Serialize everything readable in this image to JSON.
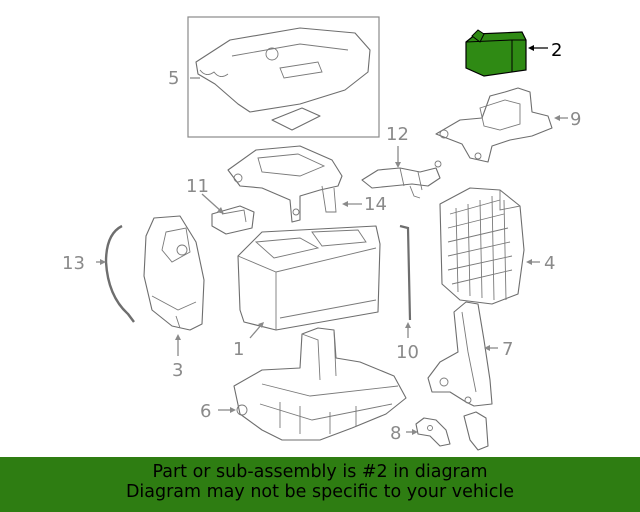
{
  "callouts": [
    {
      "id": "1",
      "label": "1"
    },
    {
      "id": "2",
      "label": "2",
      "highlighted": true
    },
    {
      "id": "3",
      "label": "3"
    },
    {
      "id": "4",
      "label": "4"
    },
    {
      "id": "5",
      "label": "5"
    },
    {
      "id": "6",
      "label": "6"
    },
    {
      "id": "7",
      "label": "7"
    },
    {
      "id": "8",
      "label": "8"
    },
    {
      "id": "9",
      "label": "9"
    },
    {
      "id": "10",
      "label": "10"
    },
    {
      "id": "11",
      "label": "11"
    },
    {
      "id": "12",
      "label": "12"
    },
    {
      "id": "13",
      "label": "13"
    },
    {
      "id": "14",
      "label": "14"
    }
  ],
  "colors": {
    "highlight_part": "#2f8a14",
    "footer_bg": "#2e7d12",
    "line": "#6e6e6e"
  },
  "footer": {
    "line1": "Part or sub-assembly is #2 in diagram",
    "line2": "Diagram may not be specific to your vehicle"
  }
}
